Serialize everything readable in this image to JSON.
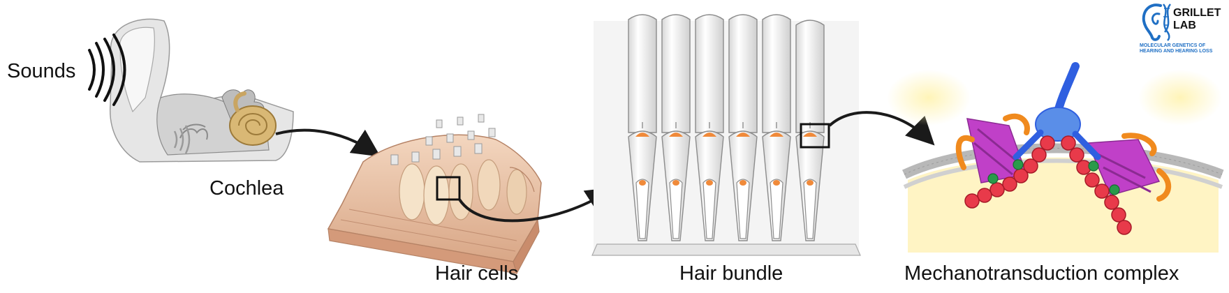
{
  "labels": {
    "sounds": "Sounds",
    "cochlea": "Cochlea",
    "hair_cells": "Hair cells",
    "hair_bundle": "Hair bundle",
    "mechanotransduction_complex": "Mechanotransduction complex"
  },
  "logo": {
    "name_line1": "GRILLET",
    "name_line2": "LAB",
    "subtitle_line1": "MOLECULAR GENETICS OF",
    "subtitle_line2": "HEARING AND HEARING LOSS"
  },
  "colors": {
    "label_text": "#111111",
    "arrow": "#1a1a1a",
    "cochlea_shell": "#d9b875",
    "hair_cell_tissue": "#e9c2a4",
    "stereocilia_tip": "#f08a3a",
    "complex_pink": "#c040c8",
    "complex_red": "#e83a4a",
    "complex_blue": "#2f5fe0",
    "complex_green": "#2a9a4a",
    "complex_orange": "#f08a1e",
    "logo_blue": "#1f6fc4"
  }
}
